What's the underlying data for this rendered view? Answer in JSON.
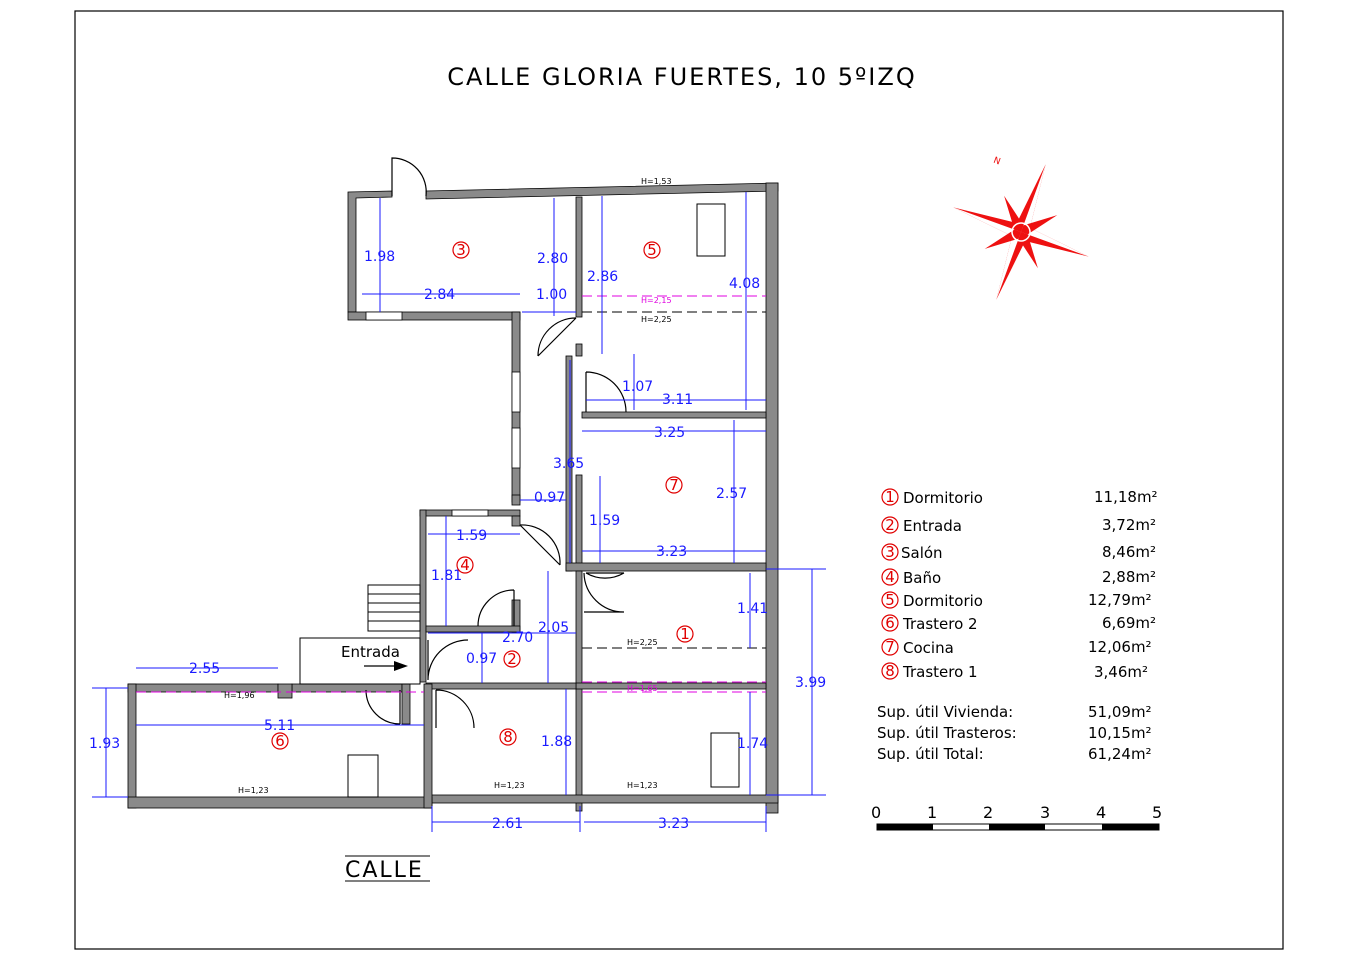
{
  "title": "CALLE GLORIA FUERTES, 10 5ºIZQ",
  "street_label": "CALLE",
  "entrance_label": "Entrada",
  "north_label": "N",
  "rooms": [
    {
      "num": "1",
      "name": "Dormitorio",
      "area": "11,18m²"
    },
    {
      "num": "2",
      "name": "Entrada",
      "area": "3,72m²"
    },
    {
      "num": "3",
      "name": "Salón",
      "area": "8,46m²"
    },
    {
      "num": "4",
      "name": "Baño",
      "area": "2,88m²"
    },
    {
      "num": "5",
      "name": "Dormitorio",
      "area": "12,79m²"
    },
    {
      "num": "6",
      "name": "Trastero 2",
      "area": "6,69m²"
    },
    {
      "num": "7",
      "name": "Cocina",
      "area": "12,06m²"
    },
    {
      "num": "8",
      "name": "Trastero 1",
      "area": "3,46m²"
    }
  ],
  "totals": [
    {
      "label": "Sup. útil Vivienda:",
      "value": "51,09m²"
    },
    {
      "label": "Sup. útil Trasteros:",
      "value": "10,15m²"
    },
    {
      "label": "Sup. útil Total:",
      "value": "61,24m²"
    }
  ],
  "scale_ticks": [
    "0",
    "1",
    "2",
    "3",
    "4",
    "5"
  ],
  "dimensions": {
    "d198": "1.98",
    "d284": "2.84",
    "d280": "2.80",
    "d100": "1.00",
    "d286": "2.86",
    "d408": "4.08",
    "d107": "1.07",
    "d311": "3.11",
    "d325": "3.25",
    "d365": "3.65",
    "d097a": "0.97",
    "d159a": "1.59",
    "d257": "2.57",
    "d159b": "1.59",
    "d323a": "3.23",
    "d181": "1.81",
    "d141": "1.41",
    "d205": "2.05",
    "d270": "2.70",
    "d097b": "0.97",
    "d399": "3.99",
    "d255": "2.55",
    "d511": "5.11",
    "d193": "1.93",
    "d188": "1.88",
    "d174": "1.74",
    "d261": "2.61",
    "d323b": "3.23"
  },
  "heights": {
    "h153": "H=1,53",
    "h215": "H=2,15",
    "h225a": "H=2,25",
    "h225b": "H=2,25",
    "h165": "H=1,65",
    "h196": "H=1,96",
    "h123a": "H=1,23",
    "h123b": "H=1,23",
    "h123c": "H=1,23"
  },
  "colors": {
    "wall": "#8a8a8a",
    "dimension": "#1a1aff",
    "room_number": "#e00000",
    "height_line": "#e000e0",
    "compass": "#ee1111"
  }
}
